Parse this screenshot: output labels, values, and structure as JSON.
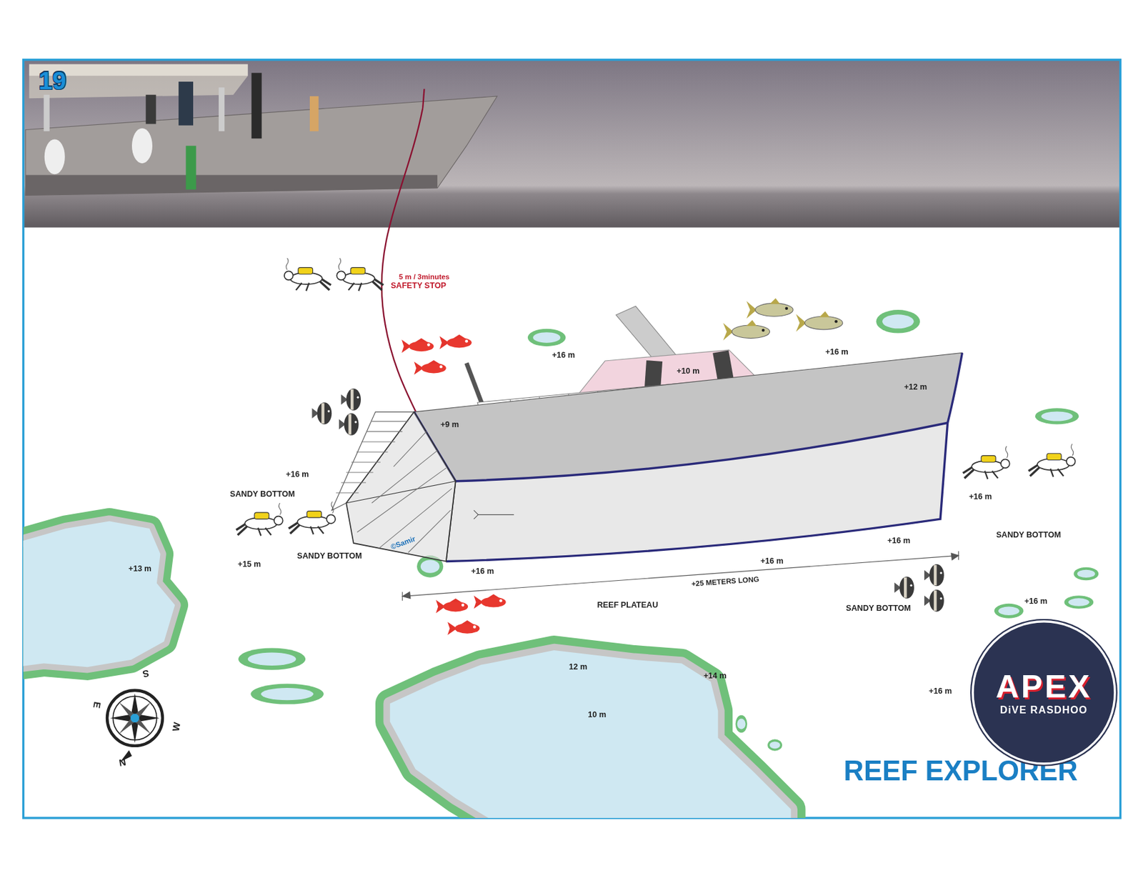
{
  "diagram": {
    "title": "REEF EXPLORER",
    "nodes": [
      {
        "text": [
          "APEX",
          "DiVE RASDHOO"
        ]
      }
    ],
    "labels": [
      "19",
      "5 m / 3minutes",
      "SAFETY STOP",
      "+16 m",
      "+10 m",
      "+16 m",
      "+12 m",
      "+9 m",
      "+16 m",
      "SANDY BOTTOM",
      "+16 m",
      "SANDY BOTTOM",
      "+16 m",
      "+15 m",
      "SANDY BOTTOM",
      "©Samir",
      "+13 m",
      "+16 m",
      "+16 m",
      "+25 METERS LONG",
      "REEF PLATEAU",
      "SANDY BOTTOM",
      "+16 m",
      "12 m",
      "+14 m",
      "10 m",
      "+16 m",
      "S",
      "E",
      "W",
      "N"
    ]
  }
}
